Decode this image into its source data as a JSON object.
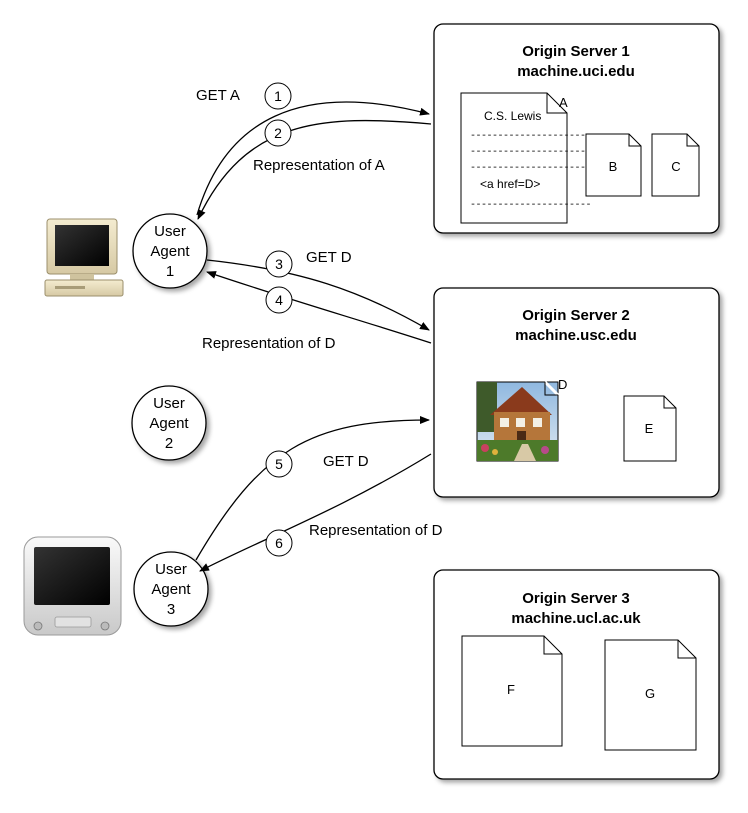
{
  "servers": [
    {
      "title": "Origin Server 1",
      "host": "machine.uci.edu"
    },
    {
      "title": "Origin Server 2",
      "host": "machine.usc.edu"
    },
    {
      "title": "Origin Server 3",
      "host": "machine.ucl.ac.uk"
    }
  ],
  "documents": {
    "a": {
      "letter": "A",
      "author": "C.S. Lewis",
      "dashes": "----------------------",
      "link": "<a href=D>"
    },
    "b": "B",
    "c": "C",
    "d": "D",
    "e": "E",
    "f": "F",
    "g": "G"
  },
  "agents": [
    {
      "line1": "User",
      "line2": "Agent",
      "line3": "1"
    },
    {
      "line1": "User",
      "line2": "Agent",
      "line3": "2"
    },
    {
      "line1": "User",
      "line2": "Agent",
      "line3": "3"
    }
  ],
  "steps": [
    {
      "num": "1",
      "label": "GET A"
    },
    {
      "num": "2",
      "label": "Representation of A"
    },
    {
      "num": "3",
      "label": "GET D"
    },
    {
      "num": "4",
      "label": "Representation of D"
    },
    {
      "num": "5",
      "label": "GET D"
    },
    {
      "num": "6",
      "label": "Representation of D"
    }
  ],
  "icons": [
    "desktop-computer-icon",
    "emac-computer-icon",
    "house-photo-icon"
  ]
}
